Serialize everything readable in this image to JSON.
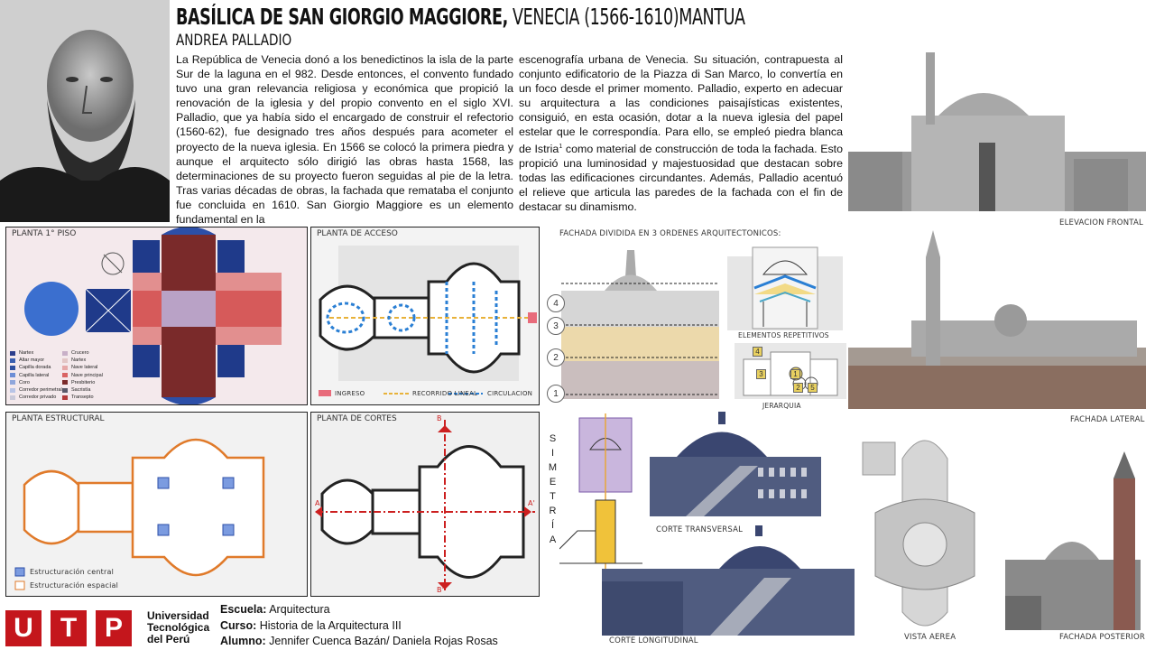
{
  "header": {
    "title_bold": "BASÍLICA DE SAN GIORGIO MAGGIORE,",
    "title_light": " VENECIA (1566-1610)MANTUA",
    "author": "ANDREA PALLADIO"
  },
  "body": {
    "col1": "La República de Venecia donó a los benedictinos la isla de la parte Sur de la laguna en el 982. Desde entonces, el convento fundado tuvo una gran relevancia religiosa y económica que propició la renovación de la iglesia y del propio convento en el siglo XVI. Palladio, que ya había sido el encargado de construir el refectorio (1560-62), fue designado tres años después para acometer el proyecto de la nueva iglesia. En 1566 se colocó la primera piedra y aunque el arquitecto sólo dirigió las obras hasta 1568, las determinaciones de su proyecto fueron seguidas al pie de la letra. Tras varias décadas de obras, la fachada que remataba el conjunto fue concluida en 1610. San Giorgio Maggiore es un elemento fundamental en la",
    "col2_a": "escenografía urbana de Venecia. Su situación, contrapuesta al conjunto edificatorio de la Piazza di San Marco, lo convertía en un foco desde el primer momento. Palladio, experto en adecuar su arquitectura a las condiciones paisajísticas existentes, consiguió, en esta ocasión, dotar a la nueva iglesia del papel estelar que le correspondía. Para ello, se empleó piedra blanca de Istria",
    "col2_sup": "1",
    "col2_b": " como material de construcción de toda la fachada. Esto propició una luminosidad y majestuosidad que destacan sobre todas las edificaciones circundantes. Además, Palladio acentuó el relieve que articula las paredes de la fachada con el fin de destacar su dinamismo."
  },
  "panels": {
    "planta_piso": "PLANTA  1° PISO",
    "planta_acceso": "PLANTA DE ACCESO",
    "planta_estructural": "PLANTA ESTRUCTURAL",
    "planta_cortes": "PLANTA DE CORTES"
  },
  "legend_piso": [
    {
      "label": "Nartex",
      "color": "#2c3e8c"
    },
    {
      "label": "Altar mayor",
      "color": "#3a5fb0"
    },
    {
      "label": "Capilla dorada",
      "color": "#2d4fa0"
    },
    {
      "label": "Capilla lateral",
      "color": "#6d8ed6"
    },
    {
      "label": "Coro",
      "color": "#8fa6dc"
    },
    {
      "label": "Corredor perimetral",
      "color": "#b8c4e6"
    },
    {
      "label": "Corredor privado",
      "color": "#c9c9d9"
    },
    {
      "label": "Crucero",
      "color": "#c8b0c8"
    },
    {
      "label": "Nartex",
      "color": "#e2c6c6"
    },
    {
      "label": "Nave lateral",
      "color": "#e6a8a8"
    },
    {
      "label": "Nave principal",
      "color": "#d96464"
    },
    {
      "label": "Presbiterio",
      "color": "#7a2a2a"
    },
    {
      "label": "Sacristía",
      "color": "#5a5a6a"
    },
    {
      "label": "Transepto",
      "color": "#b23a3a"
    }
  ],
  "legend_acceso": {
    "ingreso": "INGRESO",
    "recorrido": "RECORRIDO LINEAL",
    "circulacion": "CIRCULACION"
  },
  "legend_estructural": {
    "central": "Estructuración central",
    "espacial": "Estructuración espacial"
  },
  "cortes_marks": {
    "a": "A",
    "a2": "A'",
    "b": "B",
    "b2": "B'"
  },
  "fachada": {
    "caption": "FACHADA DIVIDIDA EN 3 ORDENES   ARQUITECTONICOS:",
    "numbers": [
      "4",
      "3",
      "2",
      "1"
    ],
    "elementos": "ELEMENTOS REPETITIVOS",
    "jerarquia": "JERARQUIA",
    "jerarquia_nums": [
      "4",
      "3",
      "1",
      "2",
      "5"
    ]
  },
  "simetria": [
    "S",
    "I",
    "M",
    "E",
    "T",
    "R",
    "Í",
    "A"
  ],
  "captions": {
    "elevacion_frontal": "ELEVACION FRONTAL",
    "fachada_lateral": "FACHADA LATERAL",
    "corte_transversal": "CORTE TRANSVERSAL",
    "corte_longitudinal": "CORTE LONGITUDINAL",
    "vista_aerea": "VISTA AEREA",
    "fachada_posterior": "FACHADA POSTERIOR"
  },
  "logo": {
    "letters": [
      "U",
      "T",
      "P"
    ],
    "univ_line1": "Universidad",
    "univ_line2": "Tecnológica",
    "univ_line3": "del Perú"
  },
  "credits": {
    "escuela_label": "Escuela:",
    "escuela_value": " Arquitectura",
    "curso_label": "Curso:",
    "curso_value": " Historia de la Arquitectura III",
    "alumno_label": "Alumno:",
    "alumno_value": " Jennifer Cuenca Bazán/ Daniela Rojas Rosas"
  },
  "colors": {
    "utp_red": "#c4161c",
    "plan_blue": "#2c3e8c",
    "plan_red": "#d96464",
    "plan_orange": "#e07a2a",
    "axis_red": "#cc1f1f",
    "flow_blue": "#2a7fd4",
    "flow_yellow": "#e8b23a"
  }
}
